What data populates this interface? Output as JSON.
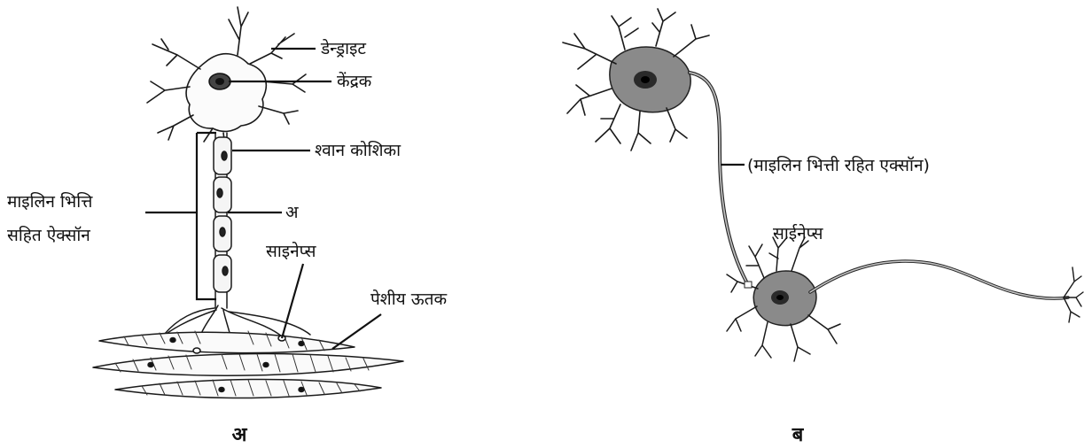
{
  "diagram_a": {
    "caption": "अ",
    "labels": {
      "dendrite": "डेन्ड्राइट",
      "nucleus": "केंद्रक",
      "schwann_cell": "श्वान कोशिका",
      "myelinated_axon_line1": "माइलिन भित्ति",
      "myelinated_axon_line2": "सहित ऐक्सॉन",
      "node_a": "अ",
      "synapse": "साइनेप्स",
      "muscle_tissue": "पेशीय ऊतक"
    }
  },
  "diagram_b": {
    "caption": "ब",
    "labels": {
      "unmyelinated_axon": "(माइलिन भित्ती रहित एक्सॉन)",
      "synapse": "साईनेप्स"
    }
  }
}
